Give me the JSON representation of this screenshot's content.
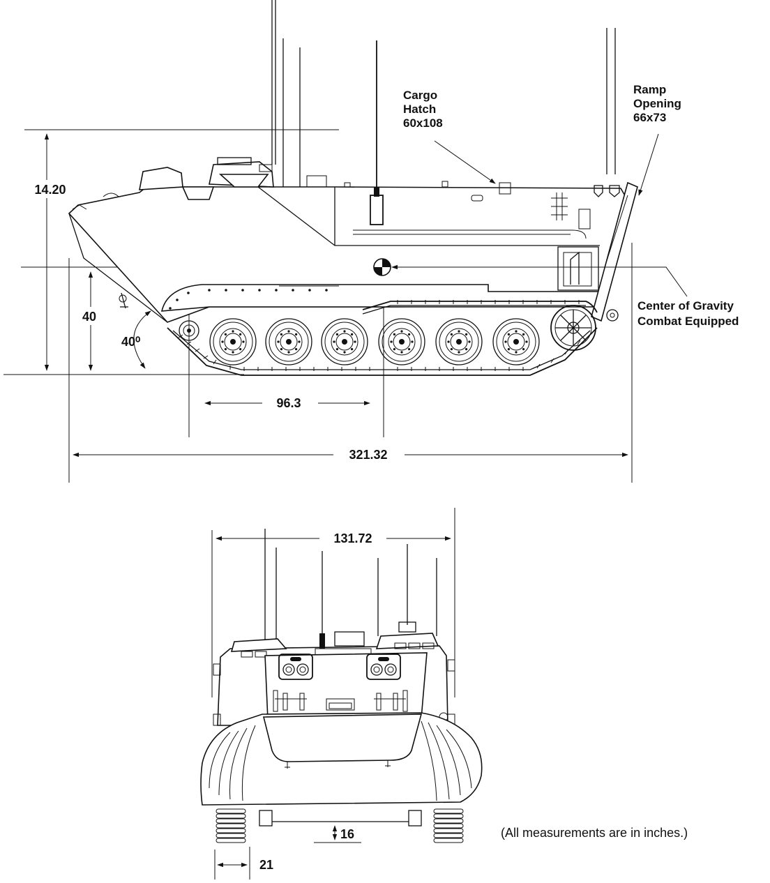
{
  "side_view": {
    "height_dim": "14.20",
    "cg_height_dim": "40",
    "approach_angle": "40⁰",
    "cg_offset_dim": "96.3",
    "length_dim": "321.32",
    "cargo_hatch": [
      "Cargo",
      "Hatch",
      "60x108"
    ],
    "ramp_opening": [
      "Ramp",
      "Opening",
      "66x73"
    ],
    "center_of_gravity": [
      "Center of Gravity",
      "Combat Equipped"
    ]
  },
  "front_view": {
    "width_dim": "131.72",
    "ground_clearance_dim": "16",
    "track_width_dim": "21"
  },
  "note": "(All measurements are in inches.)"
}
